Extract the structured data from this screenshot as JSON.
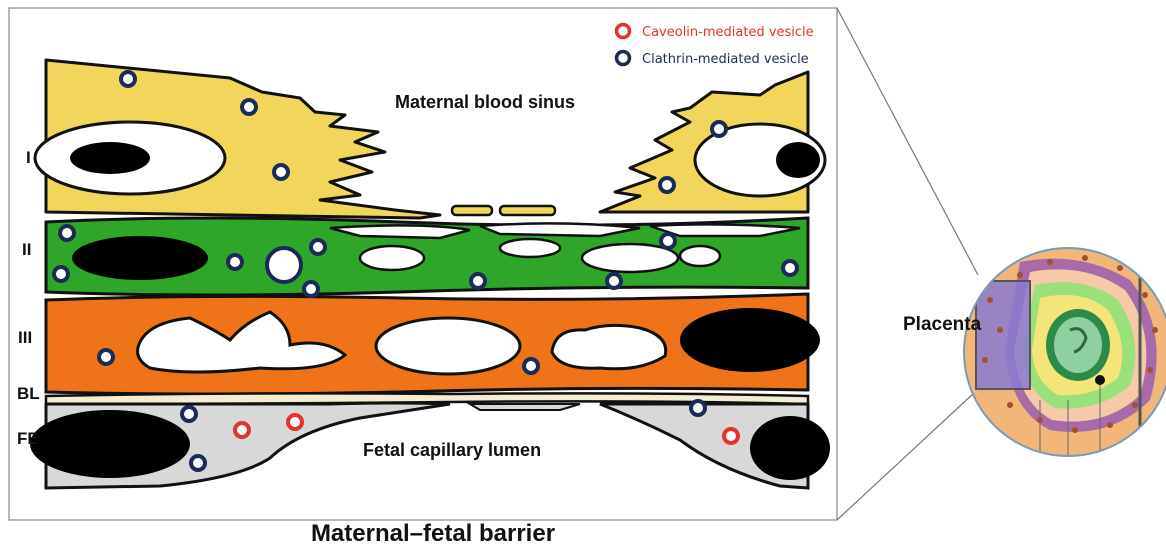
{
  "legend": {
    "caveolin": {
      "label": "Caveolin-mediated vesicle",
      "color": "#e8312a"
    },
    "clathrin": {
      "label": "Clathrin-mediated vesicle",
      "color": "#1a2b57"
    }
  },
  "layers": {
    "I": "I",
    "II": "II",
    "III": "III",
    "BL": "BL",
    "FE": "FE"
  },
  "regions": {
    "maternal": "Maternal blood sinus",
    "fetal": "Fetal capillary lumen"
  },
  "inset": {
    "label": "Placenta"
  },
  "caption": "Maternal–fetal barrier",
  "colors": {
    "layer_I": "#f2d65c",
    "layer_II": "#2fa52a",
    "layer_III": "#ef7419",
    "fetal_endothelium": "#d8d8d8",
    "nucleus": "#000000"
  }
}
